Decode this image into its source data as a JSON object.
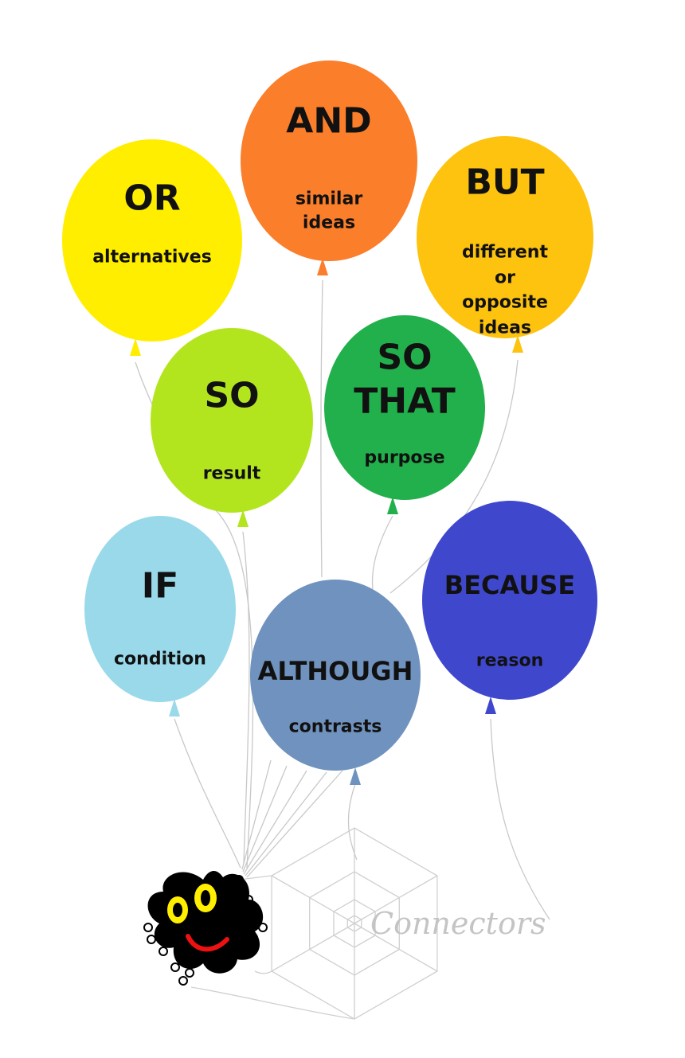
{
  "title": "Connectors",
  "balloons": [
    {
      "id": "or",
      "word": [
        "OR"
      ],
      "desc": [
        "alternatives"
      ],
      "color": "#ffee00"
    },
    {
      "id": "and",
      "word": [
        "AND"
      ],
      "desc": [
        "similar",
        "ideas"
      ],
      "color": "#fb7e2b"
    },
    {
      "id": "but",
      "word": [
        "BUT"
      ],
      "desc": [
        "different",
        "or",
        "opposite",
        "ideas"
      ],
      "color": "#fec30e"
    },
    {
      "id": "so",
      "word": [
        "SO"
      ],
      "desc": [
        "result"
      ],
      "color": "#b3e51f"
    },
    {
      "id": "so-that",
      "word": [
        "SO",
        "THAT"
      ],
      "desc": [
        "purpose"
      ],
      "color": "#22b04c"
    },
    {
      "id": "if",
      "word": [
        "IF"
      ],
      "desc": [
        "condition"
      ],
      "color": "#99d9ea"
    },
    {
      "id": "although",
      "word": [
        "ALTHOUGH"
      ],
      "desc": [
        "contrasts"
      ],
      "color": "#7092be"
    },
    {
      "id": "because",
      "word": [
        "BECAUSE"
      ],
      "desc": [
        "reason"
      ],
      "color": "#3f48cc"
    }
  ],
  "colors": {
    "string": "#c8c8c8",
    "web": "#d0d0d0",
    "spider": "#000000",
    "eyes": "#ffee00",
    "mouth": "#ee1111"
  }
}
